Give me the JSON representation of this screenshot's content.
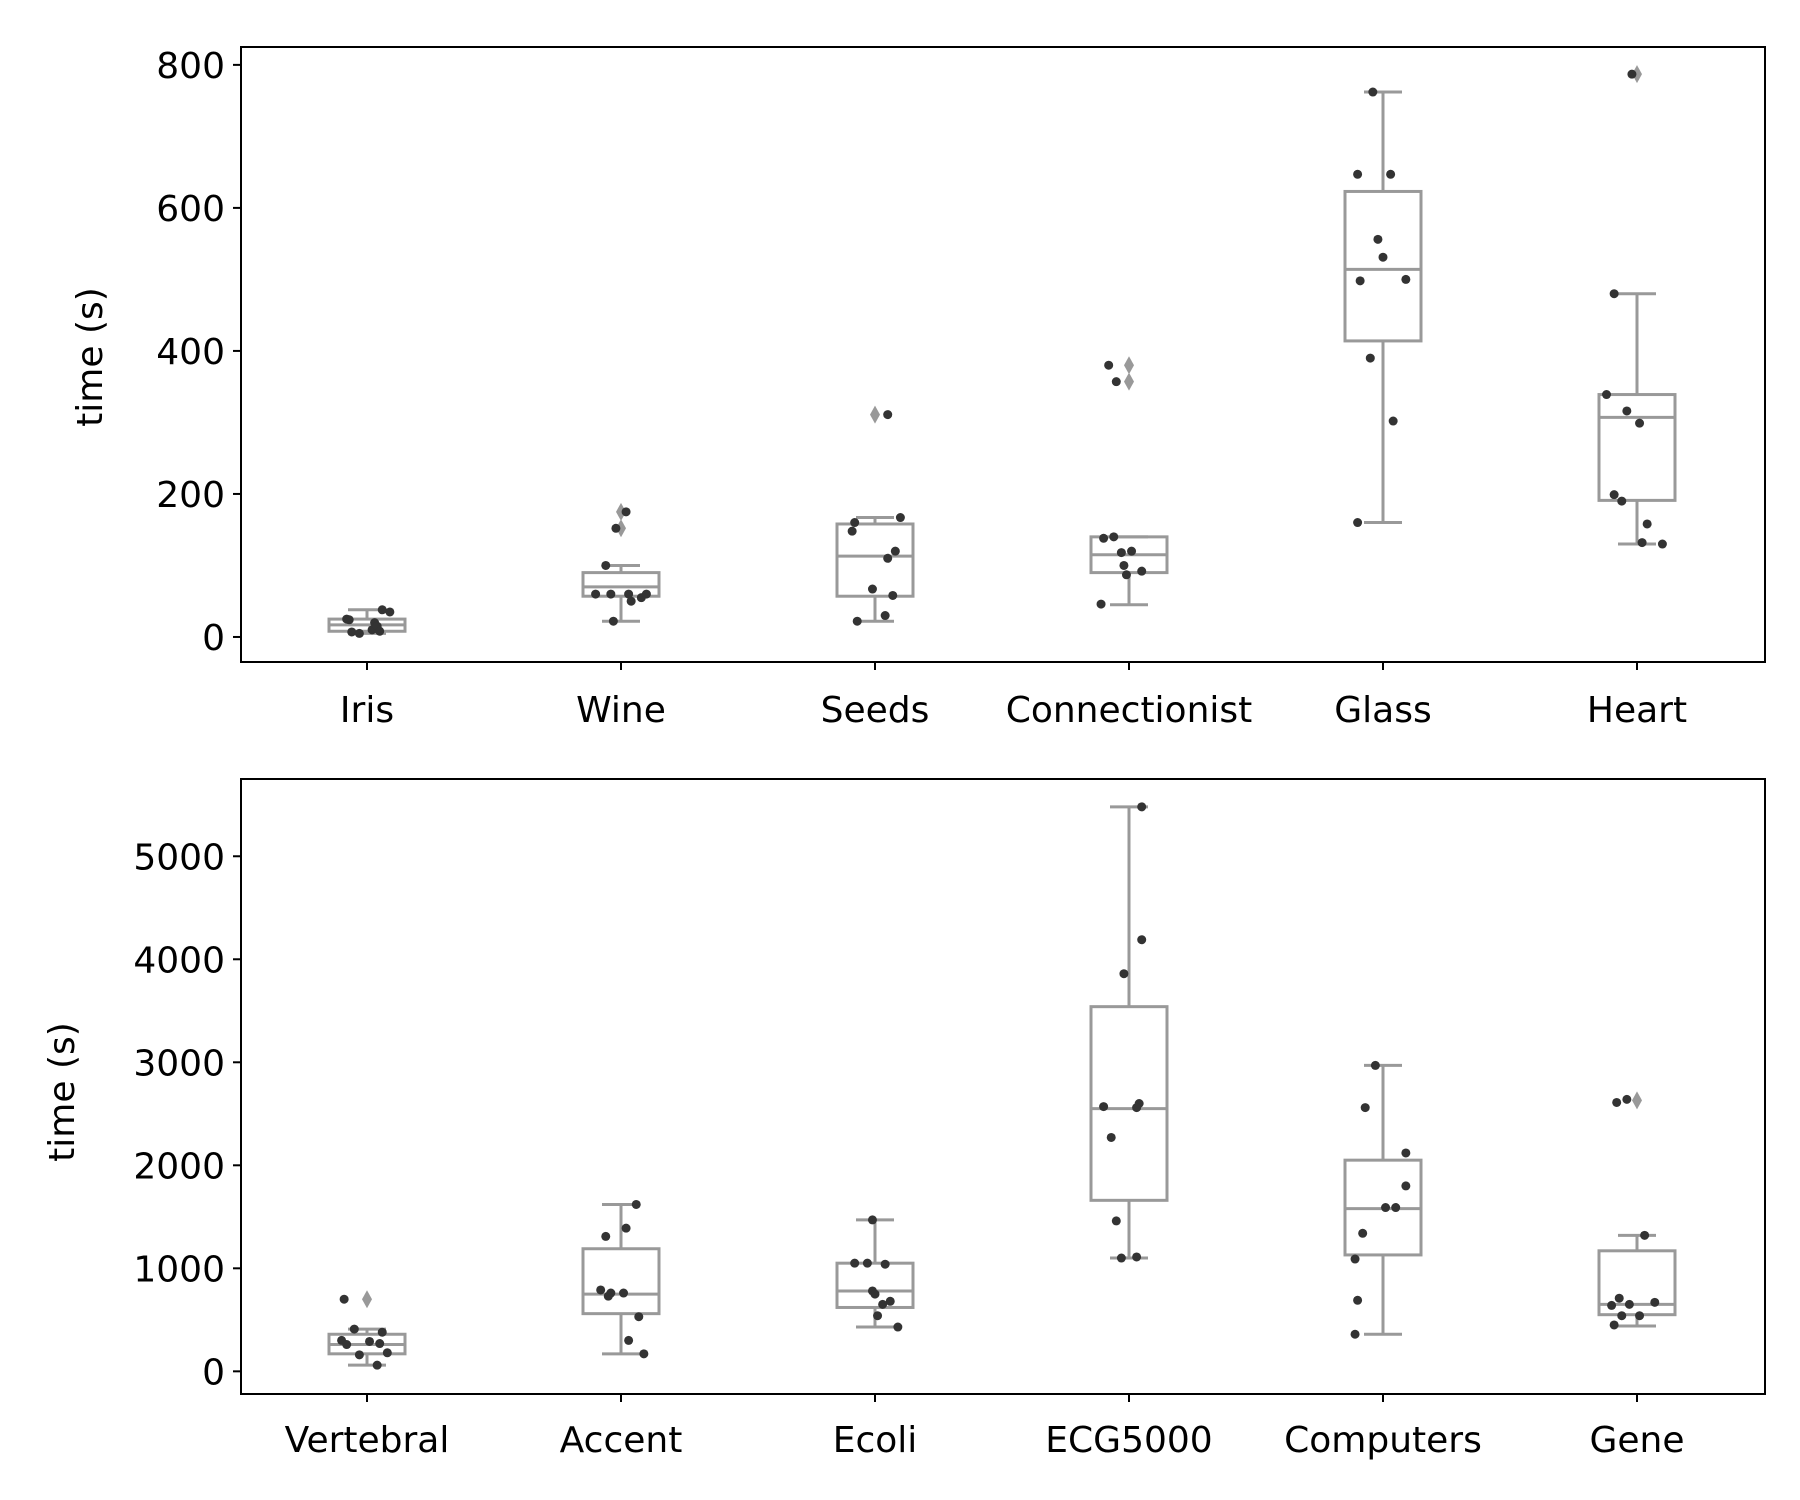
{
  "colors": {
    "box": "#999999",
    "point": "#333333",
    "frame": "#000000"
  },
  "chart_data": [
    {
      "type": "box",
      "ylabel": "time (s)",
      "ylim": [
        -35,
        825
      ],
      "yticks": [
        0,
        200,
        400,
        600,
        800
      ],
      "categories": [
        "Iris",
        "Wine",
        "Seeds",
        "Connectionist",
        "Glass",
        "Heart"
      ],
      "boxes": [
        {
          "q1": 8,
          "median": 17,
          "q3": 25,
          "whisker_low": 5,
          "whisker_high": 38,
          "fliers": []
        },
        {
          "q1": 57,
          "median": 70,
          "q3": 90,
          "whisker_low": 22,
          "whisker_high": 100,
          "fliers": [
            175,
            152
          ]
        },
        {
          "q1": 57,
          "median": 113,
          "q3": 158,
          "whisker_low": 22,
          "whisker_high": 167,
          "fliers": [
            311
          ]
        },
        {
          "q1": 90,
          "median": 115,
          "q3": 140,
          "whisker_low": 45,
          "whisker_high": 140,
          "fliers": [
            380,
            357
          ]
        },
        {
          "q1": 414,
          "median": 514,
          "q3": 623,
          "whisker_low": 160,
          "whisker_high": 762,
          "fliers": []
        },
        {
          "q1": 191,
          "median": 307,
          "q3": 339,
          "whisker_low": 130,
          "whisker_high": 480,
          "fliers": [
            787
          ]
        }
      ],
      "points": [
        [
          [
            -0.08,
            25
          ],
          [
            0.06,
            38
          ],
          [
            0.09,
            35
          ],
          [
            0.03,
            20
          ],
          [
            -0.06,
            7
          ],
          [
            0.02,
            10
          ],
          [
            -0.03,
            5
          ],
          [
            0.04,
            15
          ],
          [
            -0.07,
            24
          ],
          [
            0.05,
            8
          ]
        ],
        [
          [
            0.02,
            175
          ],
          [
            -0.02,
            152
          ],
          [
            -0.06,
            100
          ],
          [
            -0.1,
            60
          ],
          [
            -0.04,
            60
          ],
          [
            0.08,
            55
          ],
          [
            0.1,
            60
          ],
          [
            0.04,
            50
          ],
          [
            -0.03,
            22
          ],
          [
            0.03,
            60
          ]
        ],
        [
          [
            0.05,
            311
          ],
          [
            -0.08,
            160
          ],
          [
            0.1,
            167
          ],
          [
            -0.09,
            148
          ],
          [
            0.08,
            120
          ],
          [
            0.05,
            110
          ],
          [
            -0.01,
            67
          ],
          [
            0.07,
            58
          ],
          [
            0.04,
            30
          ],
          [
            -0.07,
            22
          ]
        ],
        [
          [
            -0.08,
            380
          ],
          [
            -0.05,
            357
          ],
          [
            -0.06,
            140
          ],
          [
            -0.1,
            138
          ],
          [
            0.01,
            120
          ],
          [
            -0.03,
            118
          ],
          [
            -0.02,
            100
          ],
          [
            0.05,
            92
          ],
          [
            -0.01,
            87
          ],
          [
            -0.11,
            46
          ]
        ],
        [
          [
            -0.04,
            762
          ],
          [
            -0.1,
            647
          ],
          [
            0.03,
            647
          ],
          [
            -0.02,
            556
          ],
          [
            0,
            531
          ],
          [
            -0.09,
            498
          ],
          [
            0.09,
            500
          ],
          [
            -0.05,
            390
          ],
          [
            0.04,
            302
          ],
          [
            -0.1,
            160
          ]
        ],
        [
          [
            -0.02,
            787
          ],
          [
            -0.09,
            480
          ],
          [
            -0.12,
            339
          ],
          [
            -0.04,
            316
          ],
          [
            0.01,
            299
          ],
          [
            -0.09,
            199
          ],
          [
            -0.06,
            190
          ],
          [
            0.04,
            158
          ],
          [
            0.1,
            130
          ],
          [
            0.02,
            132
          ]
        ]
      ]
    },
    {
      "type": "box",
      "ylabel": "time (s)",
      "ylim": [
        -220,
        5750
      ],
      "yticks": [
        0,
        1000,
        2000,
        3000,
        4000,
        5000
      ],
      "categories": [
        "Vertebral",
        "Accent",
        "Ecoli",
        "ECG5000",
        "Computers",
        "Gene"
      ],
      "boxes": [
        {
          "q1": 170,
          "median": 260,
          "q3": 360,
          "whisker_low": 60,
          "whisker_high": 410,
          "fliers": [
            700
          ]
        },
        {
          "q1": 560,
          "median": 750,
          "q3": 1190,
          "whisker_low": 170,
          "whisker_high": 1620,
          "fliers": []
        },
        {
          "q1": 620,
          "median": 780,
          "q3": 1050,
          "whisker_low": 430,
          "whisker_high": 1470,
          "fliers": []
        },
        {
          "q1": 1660,
          "median": 2550,
          "q3": 3540,
          "whisker_low": 1100,
          "whisker_high": 5480,
          "fliers": []
        },
        {
          "q1": 1130,
          "median": 1580,
          "q3": 2050,
          "whisker_low": 360,
          "whisker_high": 2970,
          "fliers": []
        },
        {
          "q1": 550,
          "median": 650,
          "q3": 1170,
          "whisker_low": 440,
          "whisker_high": 1320,
          "fliers": [
            2630
          ]
        }
      ],
      "points": [
        [
          [
            -0.09,
            700
          ],
          [
            -0.05,
            410
          ],
          [
            0.06,
            380
          ],
          [
            -0.1,
            300
          ],
          [
            0.01,
            290
          ],
          [
            0.05,
            270
          ],
          [
            -0.08,
            260
          ],
          [
            0.08,
            180
          ],
          [
            -0.03,
            160
          ],
          [
            0.04,
            60
          ]
        ],
        [
          [
            0.06,
            1620
          ],
          [
            -0.06,
            1310
          ],
          [
            0.02,
            1390
          ],
          [
            -0.08,
            790
          ],
          [
            -0.04,
            760
          ],
          [
            0.01,
            760
          ],
          [
            -0.05,
            730
          ],
          [
            0.07,
            530
          ],
          [
            0.03,
            300
          ],
          [
            0.09,
            170
          ]
        ],
        [
          [
            -0.01,
            1470
          ],
          [
            -0.08,
            1050
          ],
          [
            -0.03,
            1050
          ],
          [
            0.04,
            1040
          ],
          [
            -0.01,
            780
          ],
          [
            0,
            750
          ],
          [
            0.06,
            680
          ],
          [
            0.03,
            650
          ],
          [
            0.01,
            540
          ],
          [
            0.09,
            430
          ]
        ],
        [
          [
            0.05,
            5480
          ],
          [
            0.05,
            4190
          ],
          [
            -0.02,
            3860
          ],
          [
            -0.1,
            2570
          ],
          [
            0.04,
            2600
          ],
          [
            0.03,
            2560
          ],
          [
            -0.07,
            2270
          ],
          [
            -0.05,
            1460
          ],
          [
            -0.03,
            1100
          ],
          [
            0.03,
            1110
          ]
        ],
        [
          [
            -0.03,
            2970
          ],
          [
            -0.07,
            2560
          ],
          [
            0.09,
            2120
          ],
          [
            0.09,
            1800
          ],
          [
            0.05,
            1590
          ],
          [
            0.01,
            1590
          ],
          [
            -0.08,
            1340
          ],
          [
            -0.11,
            1090
          ],
          [
            -0.1,
            690
          ],
          [
            -0.11,
            360
          ]
        ],
        [
          [
            -0.08,
            2610
          ],
          [
            -0.04,
            2640
          ],
          [
            0.03,
            1320
          ],
          [
            -0.07,
            710
          ],
          [
            -0.03,
            650
          ],
          [
            0.07,
            670
          ],
          [
            -0.1,
            640
          ],
          [
            -0.06,
            540
          ],
          [
            0.01,
            540
          ],
          [
            -0.09,
            450
          ]
        ]
      ]
    }
  ]
}
